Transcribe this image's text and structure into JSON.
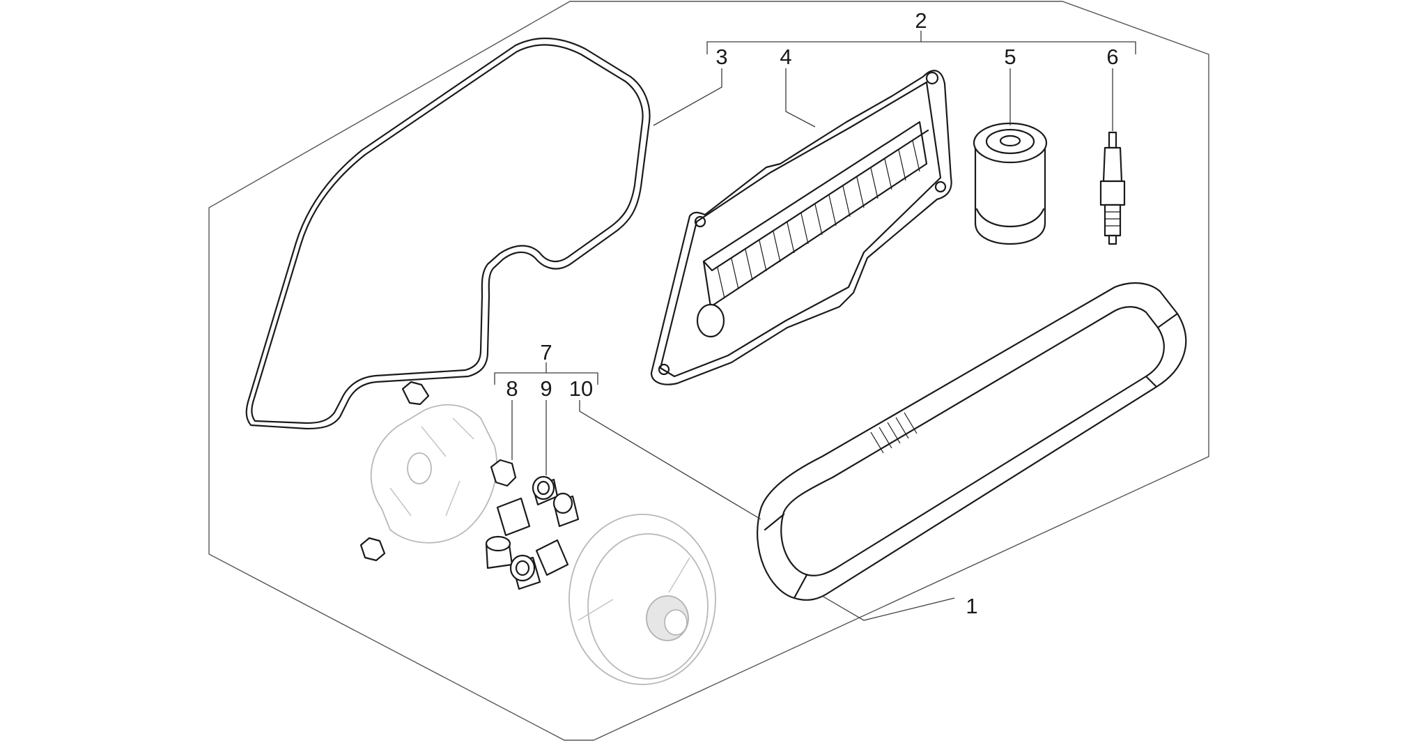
{
  "diagram": {
    "callouts": [
      {
        "id": "1",
        "label": "1"
      },
      {
        "id": "2",
        "label": "2"
      },
      {
        "id": "3",
        "label": "3"
      },
      {
        "id": "4",
        "label": "4"
      },
      {
        "id": "5",
        "label": "5"
      },
      {
        "id": "6",
        "label": "6"
      },
      {
        "id": "7",
        "label": "7"
      },
      {
        "id": "8",
        "label": "8"
      },
      {
        "id": "9",
        "label": "9"
      },
      {
        "id": "10",
        "label": "10"
      }
    ],
    "colors": {
      "ink": "#1a1a1a",
      "ghost": "#b8b8b8",
      "frame": "#555555",
      "background": "#ffffff"
    }
  }
}
